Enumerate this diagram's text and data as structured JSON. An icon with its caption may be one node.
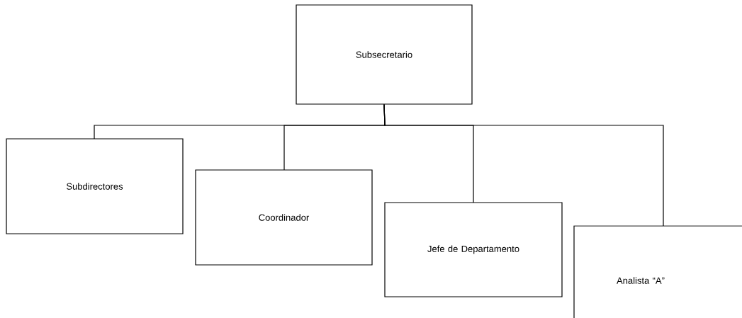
{
  "diagram": {
    "nodes": [
      {
        "text": [
          "Subsecretario"
        ]
      },
      {
        "text": [
          "Subdirectores"
        ]
      },
      {
        "text": [
          "Coordinador"
        ]
      },
      {
        "text": [
          "Jefe de Departamento"
        ]
      },
      {
        "text": [
          "Analista “A”"
        ]
      }
    ],
    "edges": [
      {
        "from": 0,
        "to": 1,
        "arrow": "none"
      },
      {
        "from": 0,
        "to": 2,
        "arrow": "none"
      },
      {
        "from": 0,
        "to": 3,
        "arrow": "none"
      },
      {
        "from": 0,
        "to": 4,
        "arrow": "none"
      }
    ]
  }
}
